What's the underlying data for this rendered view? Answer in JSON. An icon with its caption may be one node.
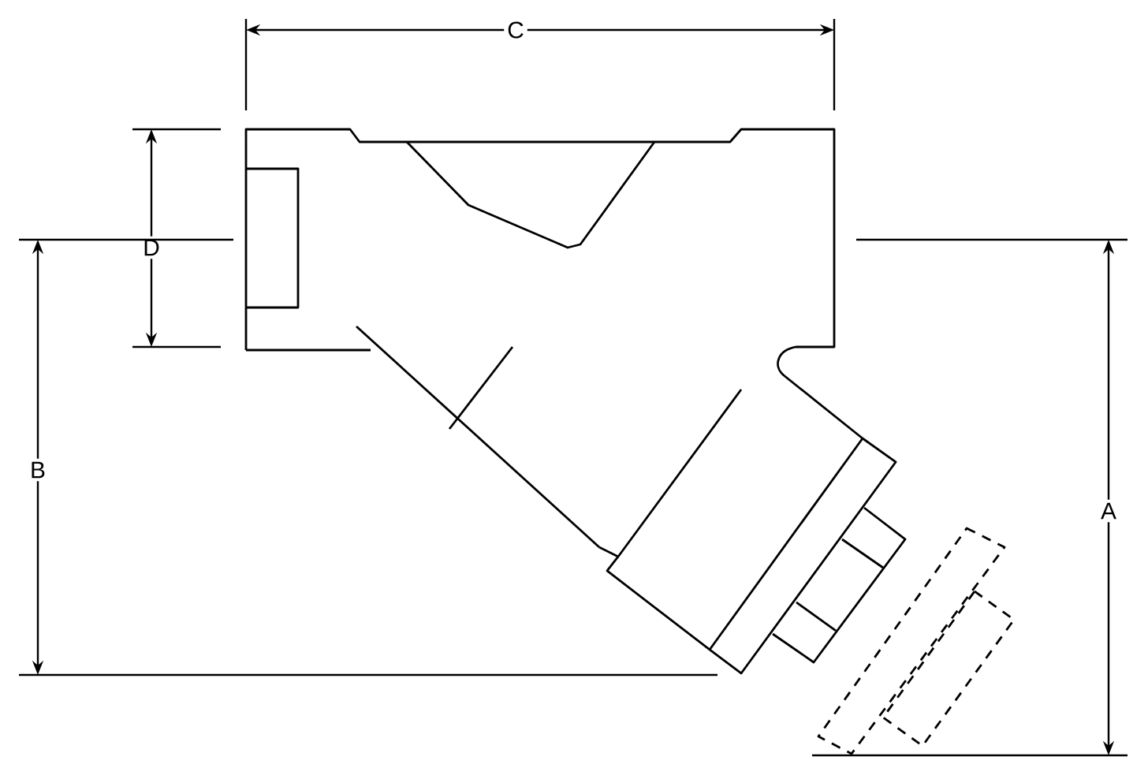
{
  "diagram": {
    "labels": [
      "C",
      "D",
      "B",
      "A"
    ]
  }
}
